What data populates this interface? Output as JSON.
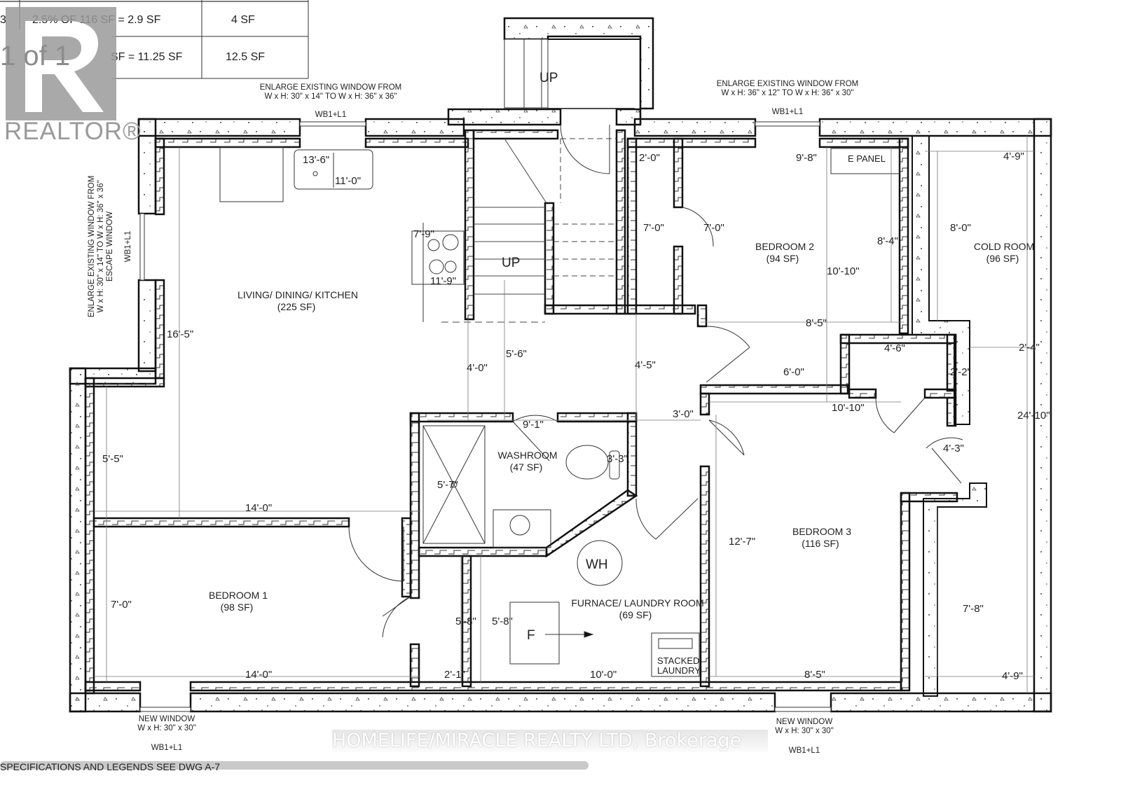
{
  "watermark": {
    "brand": "REALTOR®",
    "pager": "1 of 1",
    "brokerage": "HOMELIFE/MIRACLE REALTY LTD, Brokerage"
  },
  "window_table": {
    "rows": [
      {
        "id": "3",
        "calc": "2.5% OF 116 SF = 2.9 SF",
        "provided": "4 SF"
      },
      {
        "id": "",
        "calc": "SF = 11.25 SF",
        "provided": "12.5 SF"
      }
    ]
  },
  "notes": {
    "top_left_window_line1": "ENLARGE EXISTING WINDOW FROM",
    "top_left_window_line2": "W x H: 30\" x 14\" TO W x H: 36\" x 36\"",
    "top_left_window_tag": "WB1+L1",
    "top_right_window_line1": "ENLARGE EXISTING WINDOW FROM",
    "top_right_window_line2": "W x H: 36\" x 12\" TO W x H: 36\" x 30\"",
    "top_right_window_tag": "WB1+L1",
    "left_window_line1": "ENLARGE EXISTING WINDOW FROM",
    "left_window_line2": "W x H: 30\" x 14\" TO W x H: 36\" x 36\"",
    "left_window_line3": "ESCAPE WINDOW",
    "left_window_tag": "WB1+L1",
    "bottom_left_window_line1": "NEW WINDOW",
    "bottom_left_window_line2": "W x H: 30\" x 30\"",
    "bottom_left_window_tag": "WB1+L1",
    "bottom_right_window_line1": "NEW WINDOW",
    "bottom_right_window_line2": "W x H: 30\" x 30\"",
    "bottom_right_window_tag": "WB1+L1",
    "specifications": "SPECIFICATIONS AND LEGENDS SEE DWG A-7"
  },
  "rooms": {
    "living": {
      "name": "LIVING/ DINING/ KITCHEN",
      "area": "(225 SF)"
    },
    "bedroom1": {
      "name": "BEDROOM 1",
      "area": "(98 SF)"
    },
    "bedroom2": {
      "name": "BEDROOM 2",
      "area": "(94 SF)"
    },
    "bedroom3": {
      "name": "BEDROOM 3",
      "area": "(116 SF)"
    },
    "washroom": {
      "name": "WASHROOM",
      "area": "(47 SF)"
    },
    "furnace": {
      "name": "FURNACE/ LAUNDRY ROOM",
      "area": "(69 SF)"
    },
    "cold_room": {
      "name": "COLD ROOM",
      "area": "(96 SF)"
    }
  },
  "fixtures": {
    "e_panel": "E PANEL",
    "stairs_up_main": "UP",
    "stairs_up_exterior": "UP",
    "water_heater": "WH",
    "furnace": "F",
    "stacked_laundry_line1": "STACKED",
    "stacked_laundry_line2": "LAUNDRY"
  },
  "dimensions": {
    "kitchen_13_6": "13'-6\"",
    "kitchen_11_0": "11'-0\"",
    "stove_7_9": "7'-9\"",
    "stove_11_9": "11'-9\"",
    "living_16_5": "16'-5\"",
    "living_5_5": "5'-5\"",
    "living_14_0": "14'-0\"",
    "hall_4_0": "4'-0\"",
    "hall_5_6": "5'-6\"",
    "hall_4_5": "4'-5\"",
    "hall_3_0": "3'-0\"",
    "closet_2_0": "2'-0\"",
    "closet_7_0_a": "7'-0\"",
    "closet_7_0_b": "7'-0\"",
    "bed2_9_8": "9'-8\"",
    "bed2_8_4": "8'-4\"",
    "bed2_10_10": "10'-10\"",
    "bed2_8_5": "8'-5\"",
    "bed2_6_0": "6'-0\"",
    "closet2_4_6": "4'-6\"",
    "closet2_2_2": "2'-2\"",
    "bed3_10_10": "10'-10\"",
    "cold_4_9_top": "4'-9\"",
    "cold_8_0": "8'-0\"",
    "cold_2_4": "2'-4\"",
    "cold_24_10": "24'-10\"",
    "cold_4_3": "4'-3\"",
    "cold_7_8": "7'-8\"",
    "cold_4_9_bottom": "4'-9\"",
    "wash_9_1": "9'-1\"",
    "wash_5_7": "5'-7\"",
    "wash_3_3": "3'-3\"",
    "bed1_7_0": "7'-0\"",
    "bed1_14_0": "14'-0\"",
    "furn_5_8_a": "5'-8\"",
    "furn_5_8_b": "5'-8\"",
    "furn_2_1": "2'-1\"",
    "furn_10_0": "10'-0\"",
    "bed3_12_7": "12'-7\"",
    "bed3_8_5": "8'-5\""
  },
  "colors": {
    "line": "#111111",
    "dim_line": "#777777",
    "concrete_fill": "#ffffff",
    "watermark": "#9a9a9a"
  }
}
